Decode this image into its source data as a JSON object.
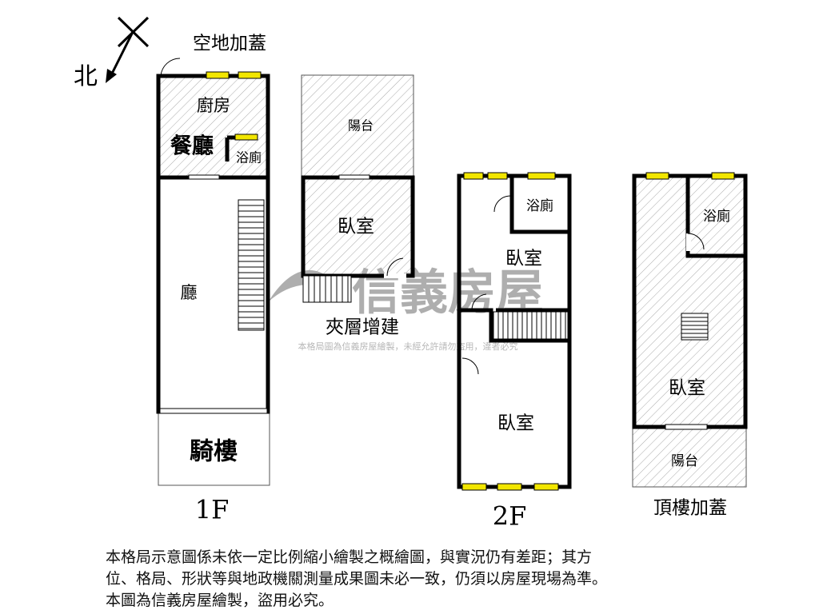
{
  "compass": {
    "north_label": "北"
  },
  "floor_1f": {
    "label": "1F",
    "rooms": {
      "extension": "空地加蓋",
      "kitchen": "廚房",
      "dining": "餐廳",
      "bath": "浴廁",
      "living": "廳",
      "arcade": "騎樓"
    }
  },
  "mezzanine": {
    "label": "夾層增建",
    "rooms": {
      "balcony": "陽台",
      "bedroom": "臥室"
    }
  },
  "floor_2f": {
    "label": "2F",
    "rooms": {
      "bath": "浴廁",
      "bedroom_1": "臥室",
      "bedroom_2": "臥室"
    }
  },
  "rooftop": {
    "label": "頂樓加蓋",
    "rooms": {
      "bath": "浴廁",
      "bedroom": "臥室",
      "balcony": "陽台"
    }
  },
  "watermark": {
    "brand": "信義房屋",
    "notice": "本格局圖為信義房屋繪製，未經允許請勿盜用，違者必究"
  },
  "disclaimer": {
    "lines": [
      "本格局示意圖係未依一定比例縮小繪製之概繪圖，與實況仍有差距；其方",
      "位、格局、形狀等與地政機關測量成果圖未必一致，仍須以房屋現場為準。",
      "本圖為信義房屋繪製，盜用必究。"
    ]
  },
  "colors": {
    "wall": "#000000",
    "window": "#f2e600",
    "hatch": "#9a9a9a",
    "watermark": "#8c8c8c"
  }
}
